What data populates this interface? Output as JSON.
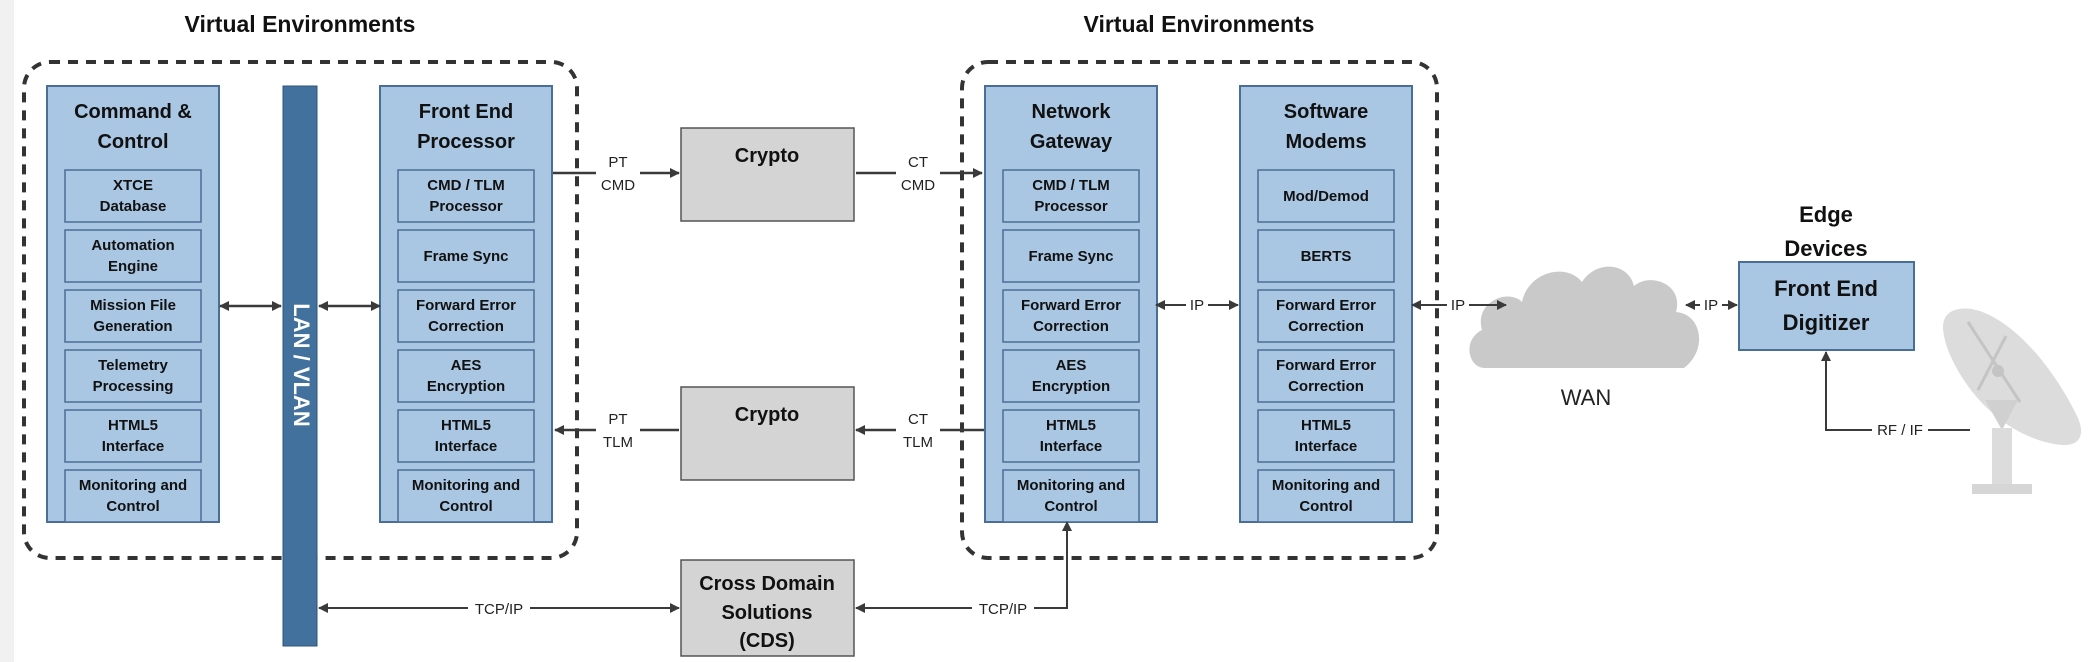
{
  "envs": {
    "left_title": "Virtual Environments",
    "right_title": "Virtual Environments"
  },
  "lan": {
    "label": "LAN / VLAN"
  },
  "columns": {
    "cmd_control": {
      "title": [
        "Command &",
        "Control"
      ],
      "items": [
        [
          "XTCE",
          "Database"
        ],
        [
          "Automation",
          "Engine"
        ],
        [
          "Mission File",
          "Generation"
        ],
        [
          "Telemetry",
          "Processing"
        ],
        [
          "HTML5",
          "Interface"
        ],
        [
          "Monitoring and",
          "Control"
        ]
      ]
    },
    "front_end_processor": {
      "title": [
        "Front End",
        "Processor"
      ],
      "items": [
        [
          "CMD / TLM",
          "Processor"
        ],
        [
          "Frame Sync"
        ],
        [
          "Forward Error",
          "Correction"
        ],
        [
          "AES",
          "Encryption"
        ],
        [
          "HTML5",
          "Interface"
        ],
        [
          "Monitoring and",
          "Control"
        ]
      ]
    },
    "network_gateway": {
      "title": [
        "Network",
        "Gateway"
      ],
      "items": [
        [
          "CMD / TLM",
          "Processor"
        ],
        [
          "Frame Sync"
        ],
        [
          "Forward Error",
          "Correction"
        ],
        [
          "AES",
          "Encryption"
        ],
        [
          "HTML5",
          "Interface"
        ],
        [
          "Monitoring and",
          "Control"
        ]
      ]
    },
    "software_modems": {
      "title": [
        "Software",
        "Modems"
      ],
      "items": [
        [
          "Mod/Demod"
        ],
        [
          "BERTS"
        ],
        [
          "Forward Error",
          "Correction"
        ],
        [
          "Forward Error",
          "Correction"
        ],
        [
          "HTML5",
          "Interface"
        ],
        [
          "Monitoring and",
          "Control"
        ]
      ]
    }
  },
  "crypto_top": {
    "label": "Crypto"
  },
  "crypto_bottom": {
    "label": "Crypto"
  },
  "cds": {
    "label": [
      "Cross Domain",
      "Solutions",
      "(CDS)"
    ]
  },
  "edges": {
    "pt_cmd": [
      "PT",
      "CMD"
    ],
    "ct_cmd": [
      "CT",
      "CMD"
    ],
    "pt_tlm": [
      "PT",
      "TLM"
    ],
    "ct_tlm": [
      "CT",
      "TLM"
    ],
    "tcp_left": "TCP/IP",
    "tcp_right": "TCP/IP",
    "ip_gw_modem": "IP",
    "ip_modem_wan": "IP",
    "ip_wan_fed": "IP",
    "rf_if": "RF / IF"
  },
  "wan": {
    "label": "WAN"
  },
  "edge_devices": {
    "title": [
      "Edge",
      "Devices"
    ]
  },
  "front_end_digitizer": {
    "label": [
      "Front End",
      "Digitizer"
    ]
  },
  "colors": {
    "column_fill": "#a9c6e3",
    "column_stroke": "#4a6f97",
    "lan_fill": "#41719c",
    "crypto_fill": "#d4d4d4",
    "cloud_fill": "#c9c9c9",
    "dish": "#dcdcdc"
  }
}
